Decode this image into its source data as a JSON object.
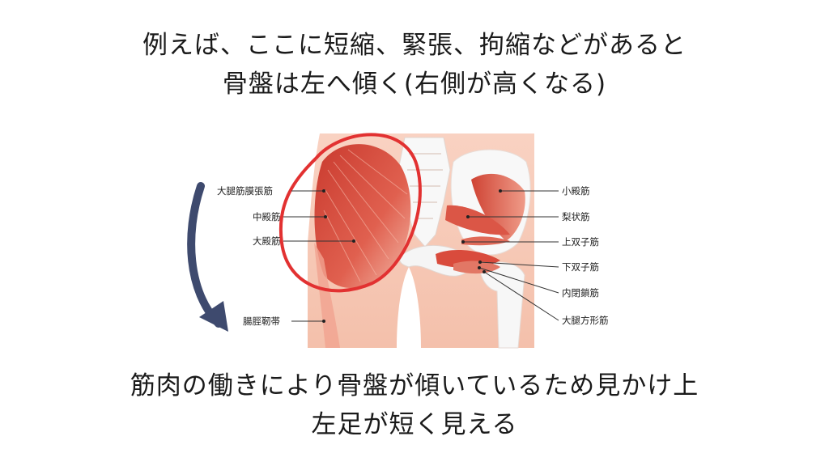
{
  "title": {
    "line1": "例えば、ここに短縮、緊張、拘縮などがあると",
    "line2": "骨盤は左へ傾く(右側が高くなる)"
  },
  "labels": {
    "left": [
      "大腿筋膜張筋",
      "中殿筋",
      "大殿筋",
      "腸脛靭帯"
    ],
    "right": [
      "小殿筋",
      "梨状筋",
      "上双子筋",
      "下双子筋",
      "内閉鎖筋",
      "大腿方形筋"
    ]
  },
  "bottom": {
    "line1": "筋肉の働きにより骨盤が傾いているため見かけ上",
    "line2": "左足が短く見える"
  },
  "colors": {
    "skin": "#f5c6b3",
    "bone": "#f7f7f7",
    "muscle": "#d9493b",
    "highlight_circle": "#e23131",
    "arrow": "#3e4a6e"
  }
}
